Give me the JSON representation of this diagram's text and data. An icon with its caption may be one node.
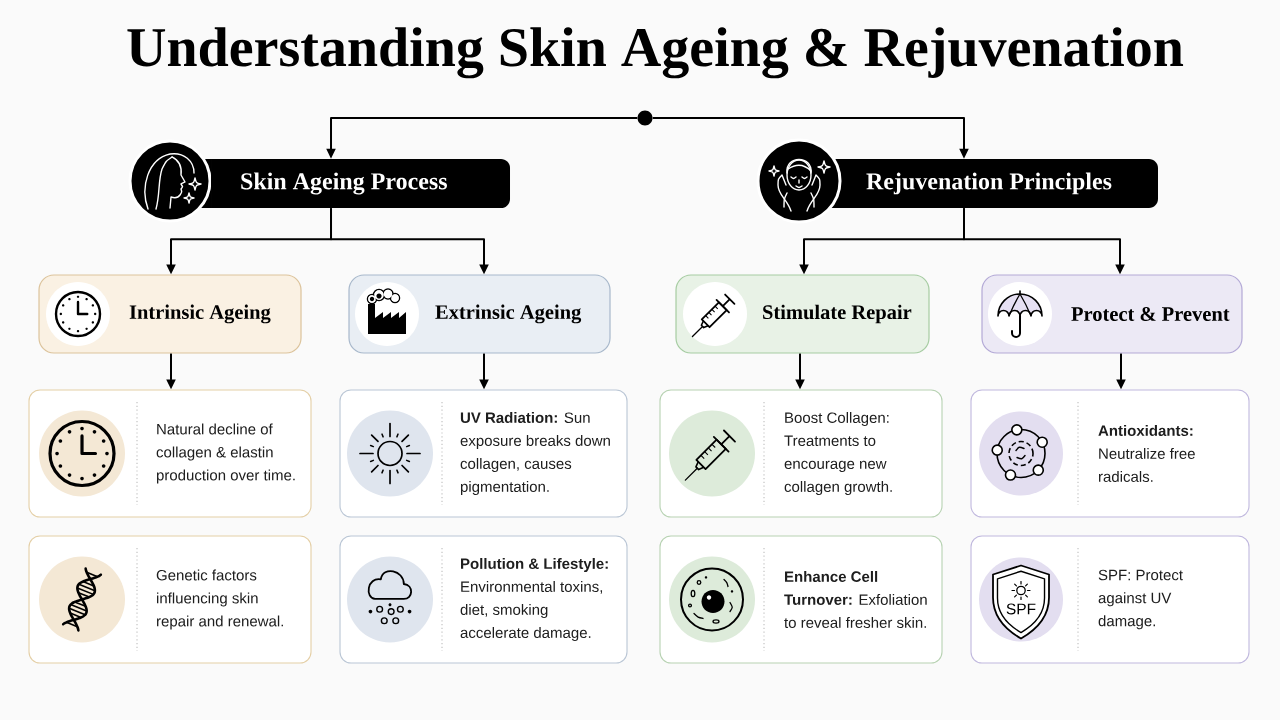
{
  "diagram": {
    "title": "Understanding Skin Ageing & Rejuvenation",
    "nodes": [
      {
        "text": [],
        "shape": "circle"
      },
      {
        "text": [
          "Skin Ageing Process"
        ]
      },
      {
        "text": [
          "Rejuvenation Principles"
        ]
      },
      {
        "text": [
          "Intrinsic Ageing"
        ]
      },
      {
        "text": [
          "Extrinsic Ageing"
        ]
      },
      {
        "text": [
          "Stimulate Repair"
        ]
      },
      {
        "text": [
          "Protect & Prevent"
        ]
      },
      {
        "text": [
          "Natural decline of collagen & elastin production over time."
        ]
      },
      {
        "text": [
          "**UV Radiation:** Sun exposure breaks down collagen, causes pigmentation."
        ]
      },
      {
        "text": [
          "Boost Collagen: Treatments to encourage new collagen growth."
        ]
      },
      {
        "text": [
          "**Antioxidants:** Neutralize free radicals."
        ]
      },
      {
        "text": [
          "Genetic factors influencing skin repair and renewal."
        ]
      },
      {
        "text": [
          "**Pollution & Lifestyle:** Environmental toxins, diet, smoking accelerate damage."
        ]
      },
      {
        "text": [
          "**Enhance Cell Turnover:** Exfoliation to reveal fresher skin."
        ]
      },
      {
        "text": [
          "SPF: Protect against UV damage."
        ]
      }
    ],
    "edges": [
      {
        "from": 0,
        "to": 1,
        "arrow": "to"
      },
      {
        "from": 0,
        "to": 2,
        "arrow": "to"
      },
      {
        "from": 1,
        "to": 3,
        "arrow": "to"
      },
      {
        "from": 1,
        "to": 4,
        "arrow": "to"
      },
      {
        "from": 2,
        "to": 5,
        "arrow": "to"
      },
      {
        "from": 2,
        "to": 6,
        "arrow": "to"
      },
      {
        "from": 3,
        "to": 7,
        "arrow": "to"
      },
      {
        "from": 4,
        "to": 8,
        "arrow": "to"
      },
      {
        "from": 5,
        "to": 9,
        "arrow": "to"
      },
      {
        "from": 6,
        "to": 10,
        "arrow": "to"
      }
    ],
    "labels": [
      "SPF"
    ]
  }
}
